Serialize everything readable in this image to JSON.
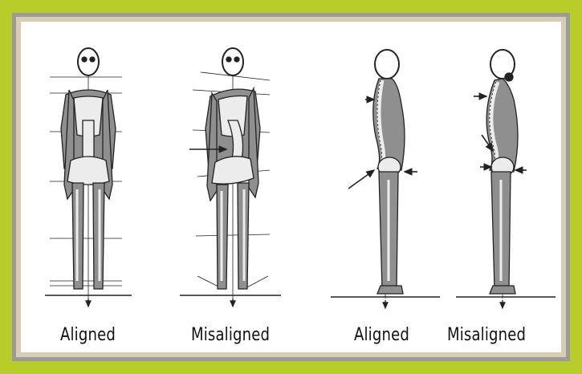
{
  "labels": {
    "front_aligned": "Aligned",
    "front_misaligned": "Misaligned",
    "side_aligned": "Aligned",
    "side_misaligned": "Misaligned"
  },
  "colors": {
    "outer_border": "#b9cd2a",
    "inner_border": "#9b9b9b",
    "mat": "#d8cdb3",
    "panel": "#ffffff",
    "body_fill": "#8f8f8f",
    "bone": "#ececec",
    "line": "#222222"
  }
}
